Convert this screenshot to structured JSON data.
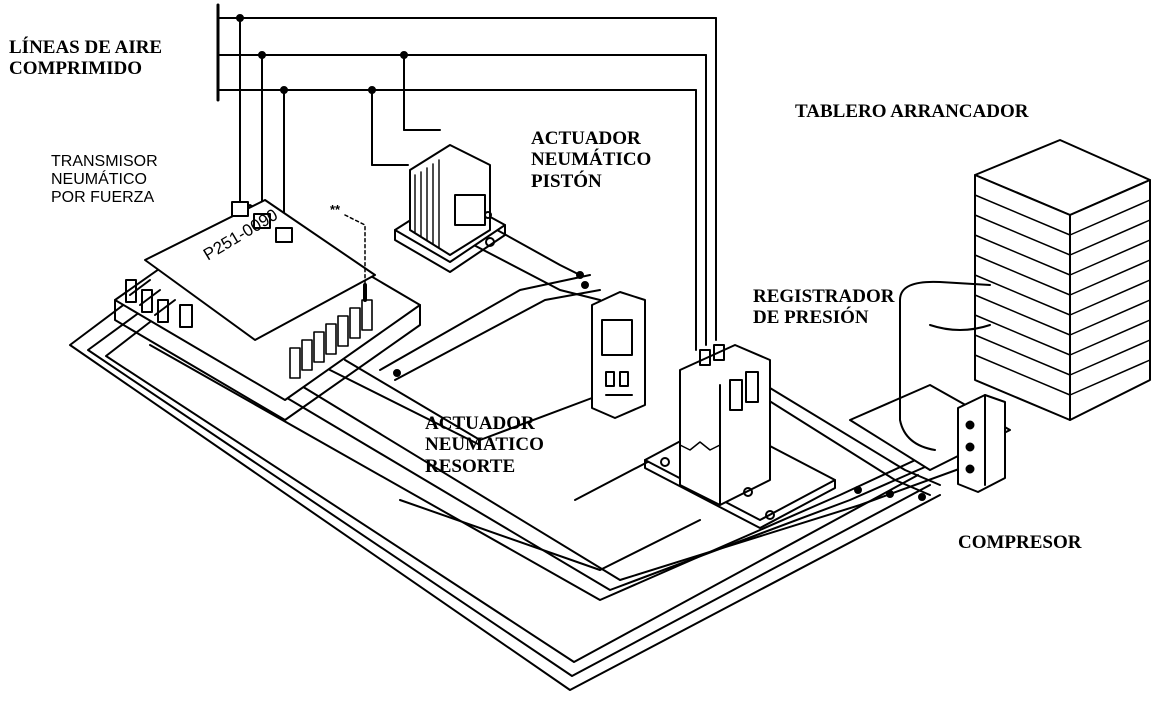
{
  "labels": {
    "air_lines": [
      "LÍNEAS DE  AIRE",
      "COMPRIMIDO"
    ],
    "transmitter": [
      "TRANSMISOR",
      "NEUMÁTICO",
      "POR  FUERZA"
    ],
    "piston_actuator": [
      "ACTUADOR",
      "NEUMÁTICO",
      "PISTÓN"
    ],
    "starter_panel": "TABLERO ARRANCADOR",
    "pressure_recorder": [
      "REGISTRADOR",
      "DE PRESIÓN"
    ],
    "spring_actuator": [
      "ACTUADOR",
      "NEUMATICO",
      "RESORTE"
    ],
    "compressor": "COMPRESOR",
    "part_number": "P251-0090",
    "asterisk_mark": "**"
  },
  "colors": {
    "ink": "#000000",
    "paper": "#ffffff"
  }
}
